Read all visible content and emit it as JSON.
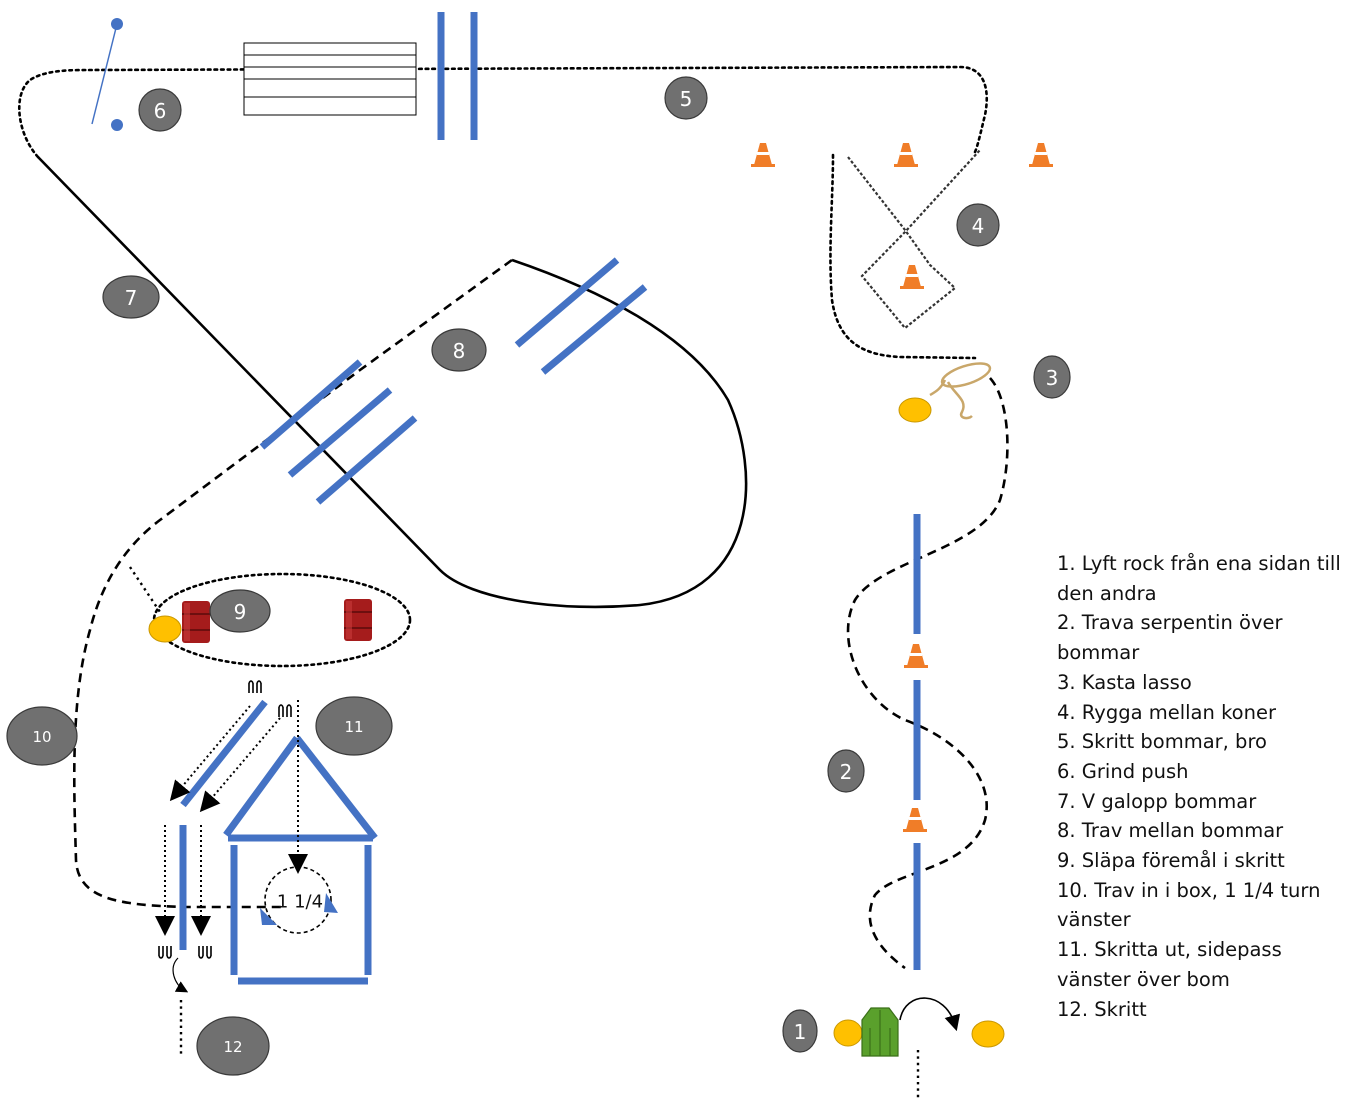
{
  "colors": {
    "pole": "#4472c4",
    "badge": "#707070",
    "cone": "#f07d28",
    "barrel": "#a51c1c",
    "disc": "#ffc000",
    "coat": "#5aa02c",
    "rope": "#c9a76a",
    "path": "#000000"
  },
  "stations": [
    {
      "number": "1"
    },
    {
      "number": "2"
    },
    {
      "number": "3"
    },
    {
      "number": "4"
    },
    {
      "number": "5"
    },
    {
      "number": "6"
    },
    {
      "number": "7"
    },
    {
      "number": "8"
    },
    {
      "number": "9"
    },
    {
      "number": "10"
    },
    {
      "number": "11"
    },
    {
      "number": "12"
    }
  ],
  "turn_label": "1 1/4",
  "icons": [
    "cone-icon",
    "barrel-icon",
    "coat-icon",
    "lasso-icon",
    "gate-icon",
    "bridge-icon",
    "horseshoe-icon",
    "turn-arrow-icon"
  ],
  "legend": [
    "1. Lyft rock från ena sidan till den andra",
    "2. Trava serpentin över bommar",
    "3. Kasta lasso",
    "4. Rygga mellan koner",
    "5. Skritt bommar, bro",
    "6. Grind push",
    "7. V galopp bommar",
    "8. Trav mellan bommar",
    "9. Släpa föremål i skritt",
    "10. Trav in i box, 1 1/4 turn vänster",
    "11. Skritta ut, sidepass vänster över bom",
    "12. Skritt"
  ]
}
